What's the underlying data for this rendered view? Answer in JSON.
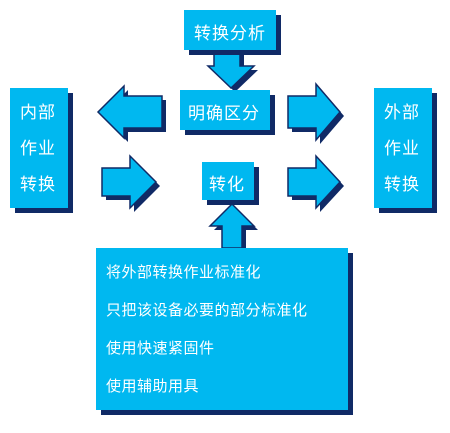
{
  "diagram": {
    "top": "转换分析",
    "middle": "明确区分",
    "center": "转化",
    "left": [
      "内部",
      "作业",
      "转换"
    ],
    "right": [
      "外部",
      "作业",
      "转换"
    ],
    "bottom": [
      "将外部转换作业标准化",
      "只把该设备必要的部分标准化",
      "使用快速紧固件",
      "使用辅助用具"
    ]
  },
  "colors": {
    "box_fill": "#00b8f0",
    "shadow": "#102a66",
    "text": "#ffffff"
  }
}
